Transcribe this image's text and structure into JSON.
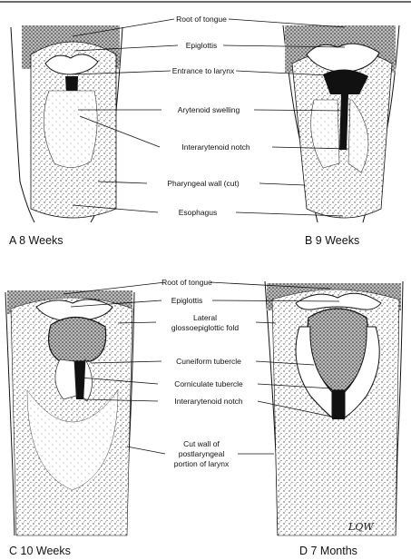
{
  "panels": {
    "A": {
      "caption": "A   8 Weeks"
    },
    "B": {
      "caption": "B   9 Weeks"
    },
    "C": {
      "caption": "C   10 Weeks"
    },
    "D": {
      "caption": "D   7 Months"
    }
  },
  "labels_top": {
    "root": "Root of tongue",
    "epiglottis": "Epiglottis",
    "entrance": "Entrance to larynx",
    "arytenoid": "Arytenoid swelling",
    "notch": "Interarytenoid notch",
    "pharyngeal": "Pharyngeal wall (cut)",
    "esophagus": "Esophagus"
  },
  "labels_bottom": {
    "root": "Root of tongue",
    "epiglottis": "Epiglottis",
    "lateral_1": "Lateral",
    "lateral_2": "glossoepiglottic fold",
    "cuneiform": "Cuneiform tubercle",
    "corniculate": "Corniculate tubercle",
    "notch": "Interarytenoid notch",
    "cutwall_1": "Cut wall of",
    "cutwall_2": "postlaryngeal",
    "cutwall_3": "portion of larynx"
  },
  "signature": "LQW"
}
